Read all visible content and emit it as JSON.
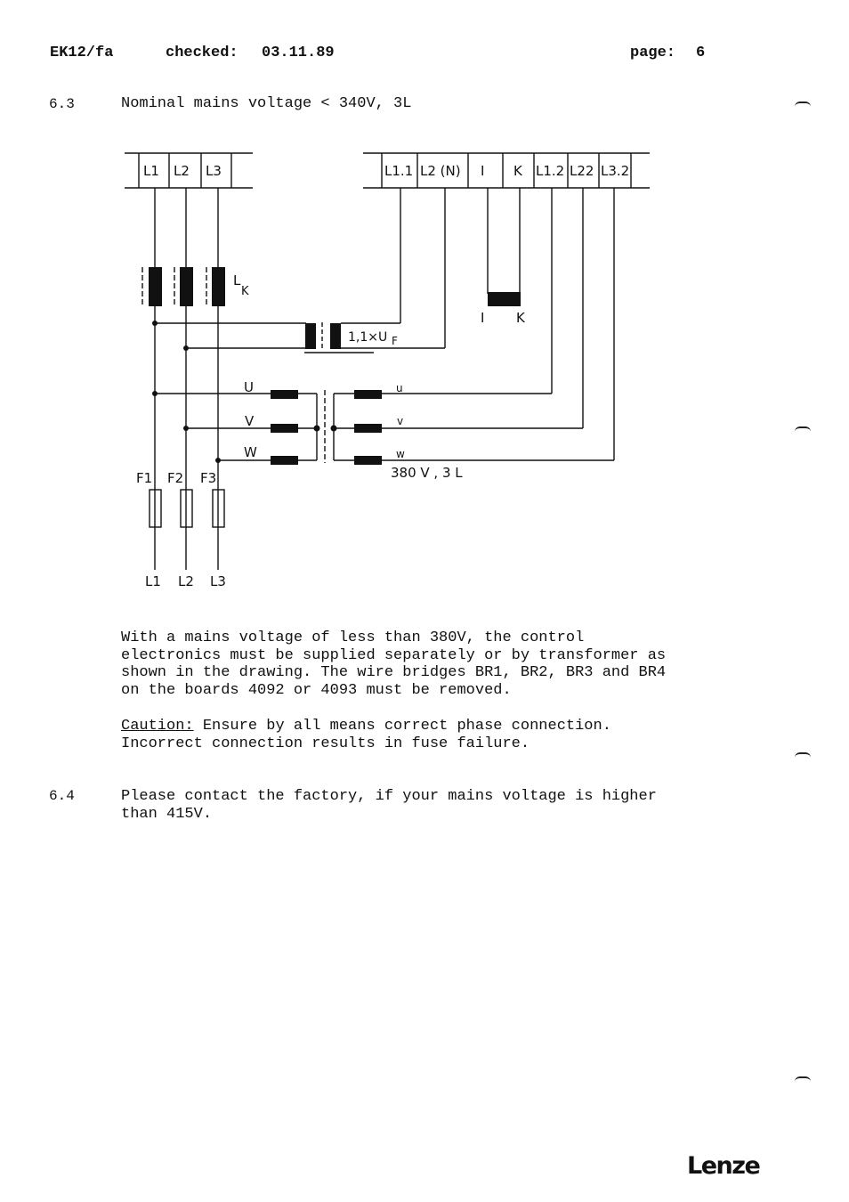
{
  "header": {
    "doc_id": "EK12/fa",
    "checked_label": "checked:",
    "checked_date": "03.11.89",
    "page_label": "page:",
    "page_number": "6"
  },
  "section_6_3": {
    "number": "6.3",
    "title": "Nominal mains voltage < 340V, 3L",
    "paragraph": "With a mains voltage of less than 380V, the control\nelectronics must be supplied separately or by transformer as\nshown in the drawing. The wire bridges BR1, BR2, BR3 and BR4\non the boards 4092 or 4093 must be removed.",
    "caution_label": "Caution:",
    "caution_text": " Ensure by all means correct phase connection.\nIncorrect connection results in fuse failure."
  },
  "section_6_4": {
    "number": "6.4",
    "text": "Please contact the factory, if your mains voltage is higher\nthan 415V."
  },
  "diagram": {
    "left_terminals": [
      "L1",
      "L2",
      "L3"
    ],
    "right_terminals": [
      "L1.1",
      "L2 (N)",
      "I",
      "K",
      "L1.2",
      "L22",
      "L3.2"
    ],
    "choke_label": "L",
    "choke_sub": "K",
    "capacitor_label": "1,1×U",
    "capacitor_sub": "F",
    "ik_labels": [
      "I",
      "K"
    ],
    "primary_phases": [
      "U",
      "V",
      "W"
    ],
    "secondary_phases": [
      "u",
      "v",
      "w"
    ],
    "secondary_voltage": "380 V , 3 L",
    "fuse_labels": [
      "F1",
      "F2",
      "F3"
    ],
    "bottom_labels": [
      "L1",
      "L2",
      "L3"
    ]
  },
  "brand": "Lenze"
}
